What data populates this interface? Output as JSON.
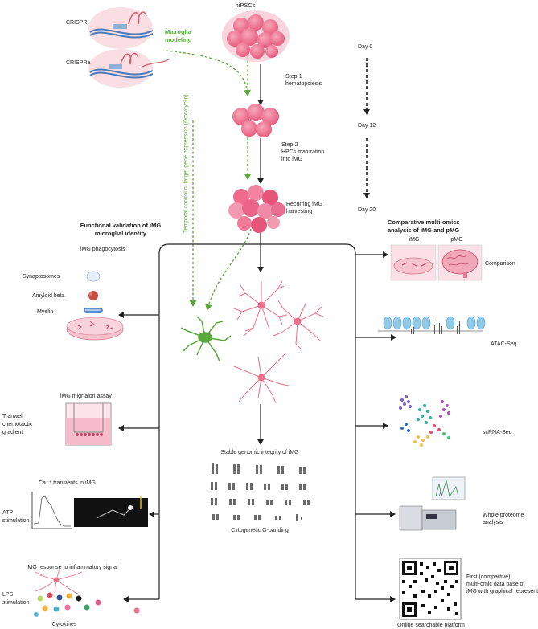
{
  "colors": {
    "accent_green": "#5aa83c",
    "cell_pink": "#ec6f8c",
    "dish_pink": "#f6c3cf",
    "text": "#222222"
  },
  "top": {
    "hipscs": "hiPSCs",
    "crispri": "CRISPRi",
    "crispra": "CRISPRa",
    "microglia_modeling": "Microglia modeling",
    "vertical_label": "Temporal control of target gene expression (Doxycyclin)",
    "step1": "Step-1 hematopoiesis",
    "step2": "Step-2 HPCs maturation into iMG",
    "recurring": "Recurring iMG harvesting",
    "day0": "Day 0",
    "day12": "Day 12",
    "day20": "Day 20"
  },
  "left": {
    "heading": "Functional validation of iMG microglial identify",
    "phagocytosis": "iMG phagocytosis",
    "synaptosomes": "Synaptosomes",
    "amyloid": "Amyloid beta",
    "myelin": "Myelin",
    "migration": "iMG migrtaion assay",
    "transwell": "Tranwell chemotactic gradient",
    "calcium": "Ca⁺⁺ transients in iMG",
    "atp": "ATP stimulation",
    "response": "iMG response to inflammatory signal",
    "lps": "LPS stimulation",
    "cytokines": "Cytokines"
  },
  "center": {
    "genomic": "Stable genomic integrity of iMG",
    "gbanding": "Cytogenetic G-banding"
  },
  "right": {
    "heading": "Comparative multi-omics analysis of iMG and pMG",
    "img": "iMG",
    "pmg": "pMG",
    "comparison": "Comparison",
    "atac": "ATAC-Seq",
    "scrna": "scRNA-Seq",
    "proteome": "Whole proteome analysis",
    "first": "First (compartive) multi-omic data base of iMG with graphical representation",
    "online": "Online searchable platform"
  }
}
